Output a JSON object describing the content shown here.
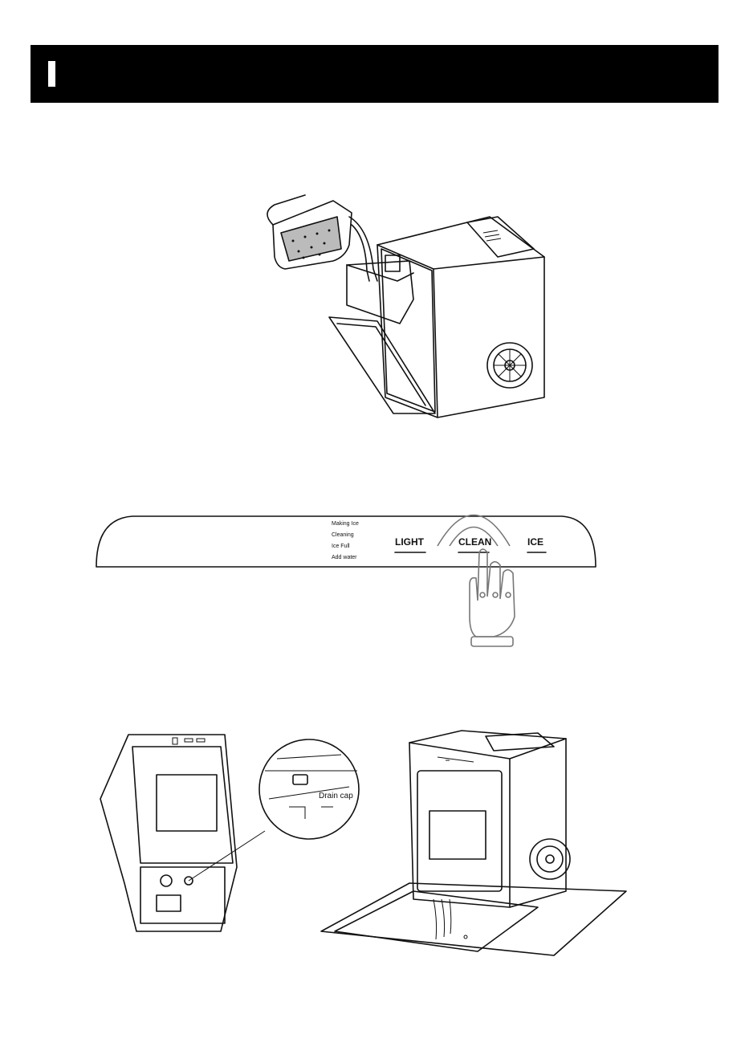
{
  "header": {
    "marker": "I"
  },
  "control_panel": {
    "status_labels": [
      "Making Ice",
      "Cleaning",
      "Ice Full",
      "Add water"
    ],
    "buttons": {
      "light": "LIGHT",
      "clean": "CLEAN",
      "ice": "ICE"
    }
  },
  "drain_figure": {
    "callout_label": "Drain cap"
  },
  "icons": [
    "pitcher-icon",
    "ice-maker-icon",
    "hand-press-icon",
    "drain-cap-icon",
    "fan-vent-icon"
  ]
}
